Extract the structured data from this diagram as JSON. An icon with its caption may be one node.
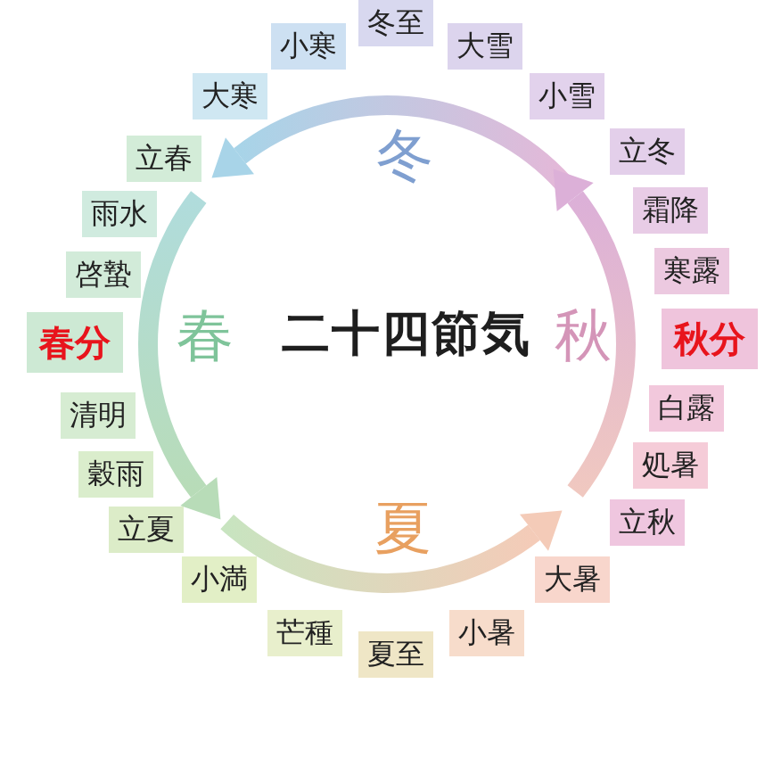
{
  "diagram": {
    "title": "二十四節気",
    "nodes": [
      {
        "text": [
          "冬至"
        ]
      },
      {
        "text": [
          "小寒"
        ]
      },
      {
        "text": [
          "大雪"
        ]
      },
      {
        "text": [
          "大寒"
        ]
      },
      {
        "text": [
          "小雪"
        ]
      },
      {
        "text": [
          "立春"
        ]
      },
      {
        "text": [
          "立冬"
        ]
      },
      {
        "text": [
          "雨水"
        ]
      },
      {
        "text": [
          "霜降"
        ]
      },
      {
        "text": [
          "啓蟄"
        ]
      },
      {
        "text": [
          "寒露"
        ]
      },
      {
        "text": [
          "春分"
        ]
      },
      {
        "text": [
          "秋分"
        ]
      },
      {
        "text": [
          "清明"
        ]
      },
      {
        "text": [
          "白露"
        ]
      },
      {
        "text": [
          "穀雨"
        ]
      },
      {
        "text": [
          "処暑"
        ]
      },
      {
        "text": [
          "立夏"
        ]
      },
      {
        "text": [
          "立秋"
        ]
      },
      {
        "text": [
          "小満"
        ]
      },
      {
        "text": [
          "大暑"
        ]
      },
      {
        "text": [
          "芒種"
        ]
      },
      {
        "text": [
          "小暑"
        ]
      },
      {
        "text": [
          "夏至"
        ]
      }
    ],
    "labels": [
      "冬",
      "春",
      "秋",
      "夏"
    ]
  }
}
